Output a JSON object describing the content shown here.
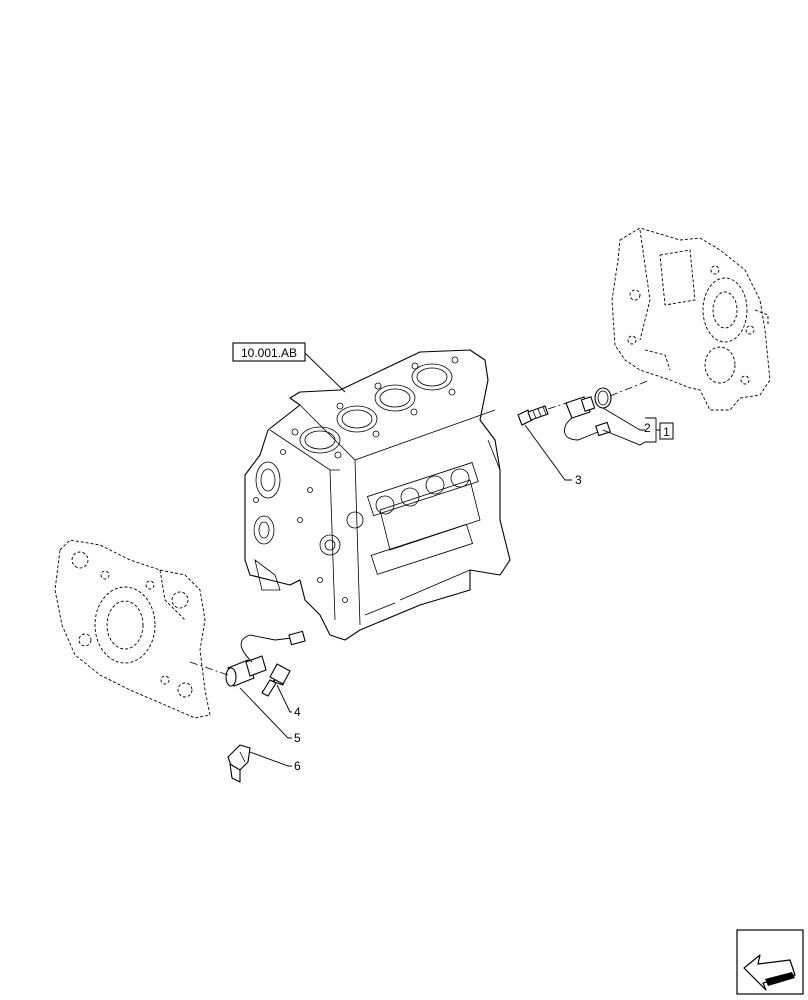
{
  "diagram": {
    "reference_label": "10.001.AB",
    "callouts": [
      {
        "id": "2",
        "label": "2"
      },
      {
        "id": "1",
        "label": "1"
      },
      {
        "id": "3",
        "label": "3"
      },
      {
        "id": "4",
        "label": "4"
      },
      {
        "id": "5",
        "label": "5"
      },
      {
        "id": "6",
        "label": "6"
      }
    ],
    "nav_icon": "arrow-next-page-icon"
  }
}
